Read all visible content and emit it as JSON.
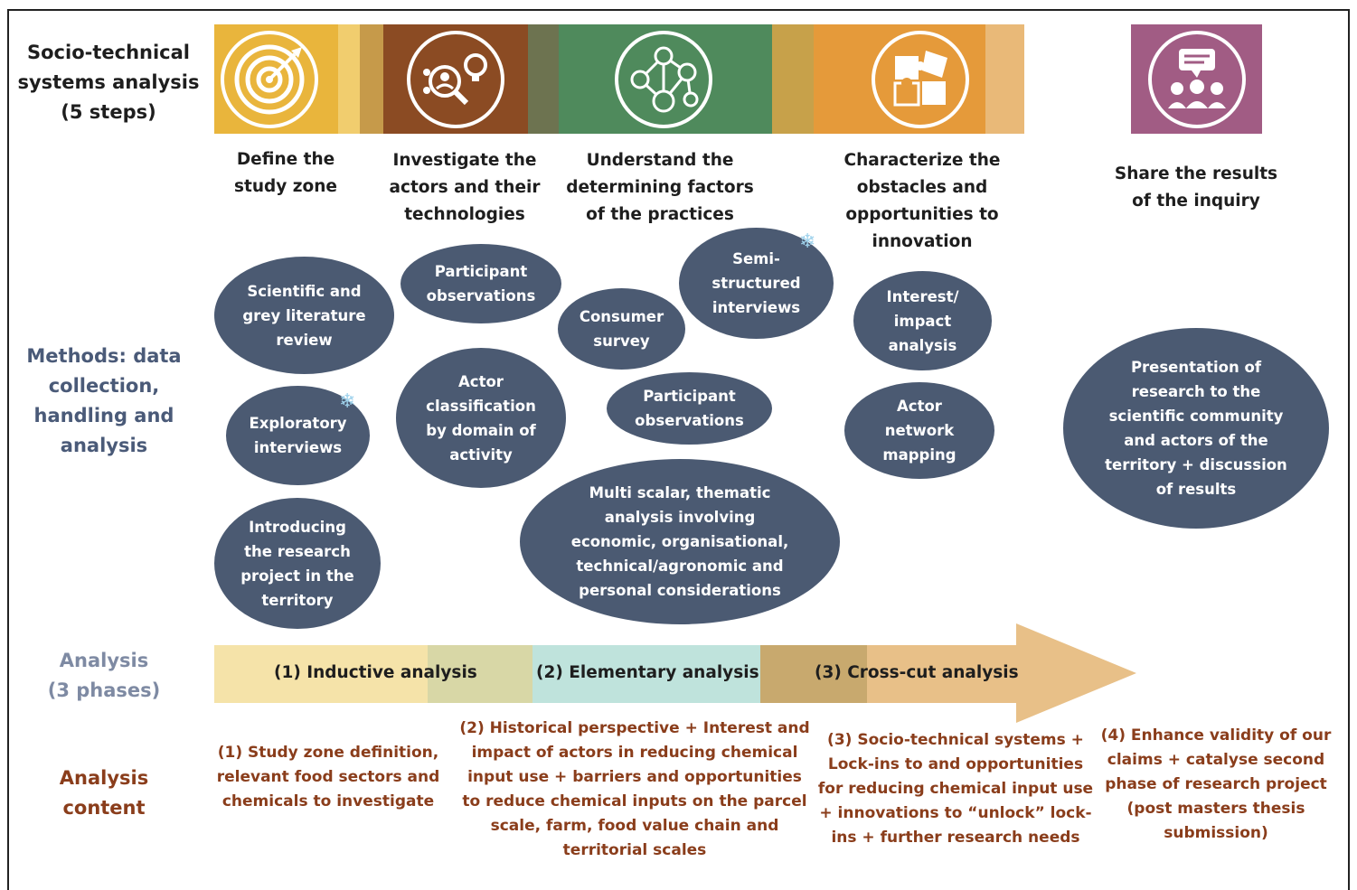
{
  "rows": {
    "steps": [
      "Socio-technical",
      "systems analysis",
      "(5 steps)"
    ],
    "methods": [
      "Methods: data",
      "collection,",
      "handling and",
      "analysis"
    ],
    "phases": [
      "Analysis",
      "(3 phases)"
    ],
    "content": [
      "Analysis",
      "content"
    ]
  },
  "steps": [
    {
      "icon": "target-icon",
      "color": "#e9b53c",
      "lines": [
        "Define the",
        "study zone"
      ]
    },
    {
      "icon": "actor-investigation-icon",
      "color": "#8b4b23",
      "lines": [
        "Investigate the",
        "actors and their",
        "technologies"
      ]
    },
    {
      "icon": "network-icon",
      "color": "#4f8a5c",
      "lines": [
        "Understand the",
        "determining factors",
        "of the practices"
      ]
    },
    {
      "icon": "puzzle-icon",
      "color": "#e59a3a",
      "lines": [
        "Characterize the",
        "obstacles and",
        "opportunities to",
        "innovation"
      ]
    },
    {
      "icon": "share-discussion-icon",
      "color": "#a15c84",
      "lines": [
        "Share the results",
        "of the inquiry"
      ]
    }
  ],
  "methods": {
    "lit_review": [
      "Scientific and",
      "grey literature",
      "review"
    ],
    "exploratory": [
      "Exploratory",
      "interviews"
    ],
    "introducing": [
      "Introducing",
      "the research",
      "project in the",
      "territory"
    ],
    "participant1": [
      "Participant",
      "observations"
    ],
    "actor_class": [
      "Actor",
      "classification",
      "by domain of",
      "activity"
    ],
    "consumer": [
      "Consumer",
      "survey"
    ],
    "semi": [
      "Semi-",
      "structured",
      "interviews"
    ],
    "participant2": [
      "Participant",
      "observations"
    ],
    "multi": [
      "Multi scalar, thematic",
      "analysis involving",
      "economic, organisational,",
      "technical/agronomic and",
      "personal considerations"
    ],
    "interest": [
      "Interest/",
      "impact",
      "analysis"
    ],
    "network": [
      "Actor",
      "network",
      "mapping"
    ],
    "presentation": [
      "Presentation of",
      "research to the",
      "scientific community",
      "and actors of the",
      "territory + discussion",
      "of results"
    ]
  },
  "phases": [
    {
      "label": "(1) Inductive analysis",
      "color": "#f5e3a9"
    },
    {
      "label": "(2) Elementary analysis",
      "color": "#bfe3dc"
    },
    {
      "label": "(3) Cross-cut analysis",
      "color": "#e8c088"
    }
  ],
  "content": [
    [
      "(1) Study zone definition,",
      "relevant food sectors and",
      "chemicals to investigate"
    ],
    [
      "(2) Historical perspective + Interest and",
      "impact of actors in reducing chemical",
      "input use + barriers and opportunities",
      "to reduce chemical inputs on the parcel",
      "scale, farm, food value chain and",
      "territorial scales"
    ],
    [
      "(3) Socio-technical systems +",
      "Lock-ins to and opportunities",
      "for reducing chemical input use",
      "+ innovations to “unlock” lock-",
      "ins + further research needs"
    ],
    [
      "(4) Enhance validity of our",
      "claims + catalyse second",
      "phase of research project",
      "(post masters thesis",
      "submission)"
    ]
  ]
}
